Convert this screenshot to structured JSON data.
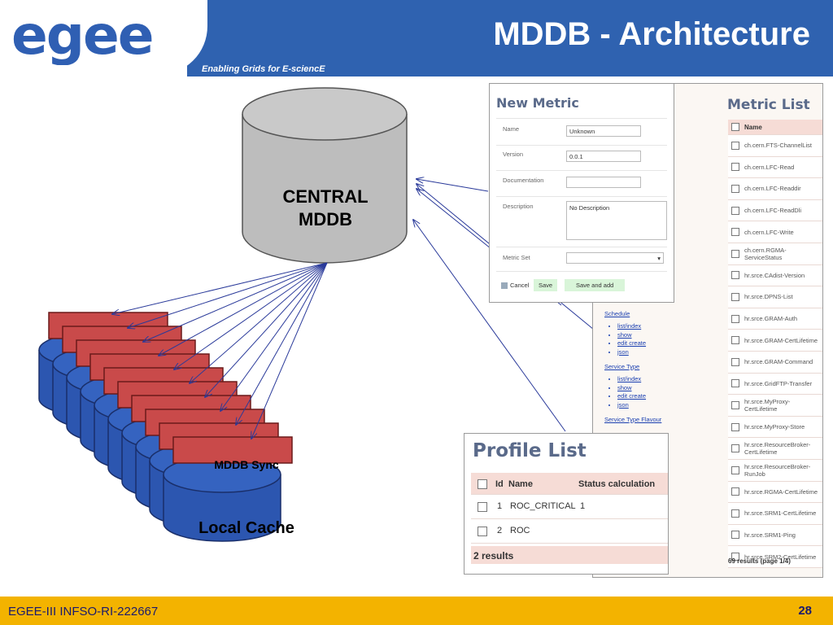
{
  "header": {
    "logo_text": "egee",
    "tagline": "Enabling Grids for E-sciencE",
    "title": "MDDB - Architecture"
  },
  "diagram": {
    "central_label_line1": "CENTRAL",
    "central_label_line2": "MDDB",
    "sync_label": "MDDB Sync",
    "cache_label": "Local Cache",
    "colors": {
      "central": "#bdbdbd",
      "cache": "#2c56b0",
      "sync": "#c94a4a",
      "arrows": "#2a3a9a"
    }
  },
  "new_metric": {
    "title": "New Metric",
    "fields": [
      {
        "label": "Name",
        "value": "Unknown"
      },
      {
        "label": "Version",
        "value": "0.0.1"
      },
      {
        "label": "Documentation",
        "value": ""
      },
      {
        "label": "Description",
        "value": "No Description"
      },
      {
        "label": "Metric Set",
        "value": ""
      }
    ],
    "cancel": "Cancel",
    "save": "Save",
    "save_add": "Save and add"
  },
  "metric_list": {
    "title": "Metric List",
    "header": "Name",
    "items": [
      "ch.cern.FTS-ChannelList",
      "ch.cern.LFC-Read",
      "ch.cern.LFC-Readdir",
      "ch.cern.LFC-ReadDli",
      "ch.cern.LFC-Write",
      "ch.cern.RGMA-ServiceStatus",
      "hr.srce.CAdist-Version",
      "hr.srce.DPNS-List",
      "hr.srce.GRAM-Auth",
      "hr.srce.GRAM-CertLifetime",
      "hr.srce.GRAM-Command",
      "hr.srce.GridFTP-Transfer",
      "hr.srce.MyProxy-CertLifetime",
      "hr.srce.MyProxy-Store",
      "hr.srce.ResourceBroker-CertLifetime",
      "hr.srce.ResourceBroker-RunJob",
      "hr.srce.RGMA-CertLifetime",
      "hr.srce.SRM1-CertLifetime",
      "hr.srce.SRM1-Ping",
      "hr.srce.SRM2-CertLifetime"
    ],
    "footer": "69 results (page 1/4)"
  },
  "side_links": {
    "schedule": "Schedule",
    "service_type": "Service Type",
    "service_type_flavour": "Service Type Flavour",
    "l1": "list/index",
    "l2": "show",
    "l3": "edit",
    "l4": "create",
    "l5": "json"
  },
  "profile_list": {
    "title": "Profile List",
    "columns": [
      "Id",
      "Name",
      "Status calculation"
    ],
    "rows": [
      {
        "id": "1",
        "name": "ROC_CRITICAL",
        "status": "1"
      },
      {
        "id": "2",
        "name": "ROC",
        "status": ""
      }
    ],
    "footer": "2 results"
  },
  "footer": {
    "project": "EGEE-III INFSO-RI-222667",
    "page": "28"
  }
}
